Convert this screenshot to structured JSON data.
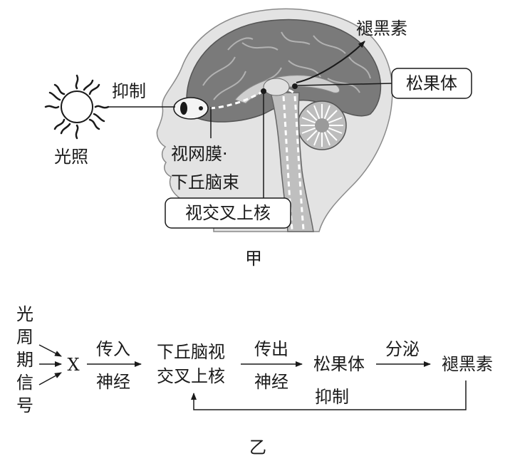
{
  "figure_a": {
    "caption": "甲",
    "light_label": "光照",
    "inhibit_label": "抑制",
    "retina_tract_line1": "视网膜·",
    "retina_tract_line2": "下丘脑束",
    "scn_label": "视交叉上核",
    "pineal_label": "松果体",
    "melatonin_label": "褪黑素"
  },
  "figure_b": {
    "caption": "乙",
    "input_chars": [
      "光",
      "周",
      "期",
      "信",
      "号"
    ],
    "x_label": "X",
    "afferent_top": "传入",
    "afferent_bottom": "神经",
    "hypothalamus_line1": "下丘脑视",
    "hypothalamus_line2": "交叉上核",
    "efferent_top": "传出",
    "efferent_bottom": "神经",
    "pineal_label": "松果体",
    "secrete_label": "分泌",
    "melatonin_label": "褪黑素",
    "feedback_label": "抑制"
  },
  "colors": {
    "ink": "#1a1a1a",
    "brain_dark": "#6e6e6e",
    "brain_mid": "#a8a8a8",
    "brain_light": "#d4d4d4",
    "skin": "#e3e3e3"
  }
}
